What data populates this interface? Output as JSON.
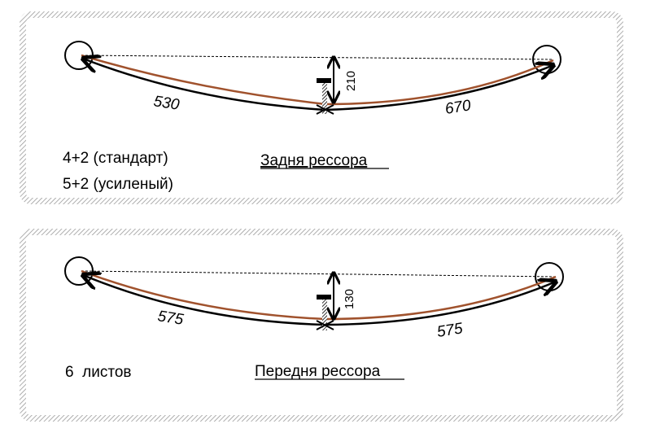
{
  "colors": {
    "leaf_upper": "#a0522d",
    "leaf_lower": "#000000",
    "frame": "#a8a8a8"
  },
  "rear": {
    "title": "Задня рессора",
    "left_length": "530",
    "right_length": "670",
    "height": "210",
    "variants": [
      "4+2 (стандарт)",
      "5+2 (усиленый)"
    ]
  },
  "front": {
    "title": "Передня рессора",
    "left_length": "575",
    "right_length": "575",
    "height": "130",
    "leaves": "6  листов"
  }
}
